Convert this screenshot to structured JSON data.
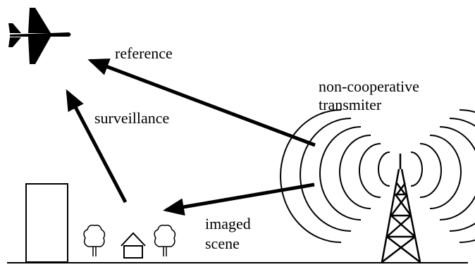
{
  "labels": {
    "reference": "reference",
    "surveillance": "surveillance",
    "transmitter_line1": "non-cooperative",
    "transmitter_line2": "transmiter",
    "scene_line1": "imaged",
    "scene_line2": "scene"
  },
  "icons": {
    "aircraft": "airplane-icon",
    "transmitter": "radio-tower-icon",
    "building": "building-icon",
    "house": "house-icon",
    "tree": "tree-icon"
  },
  "colors": {
    "ink": "#000000",
    "background": "#ffffff"
  }
}
